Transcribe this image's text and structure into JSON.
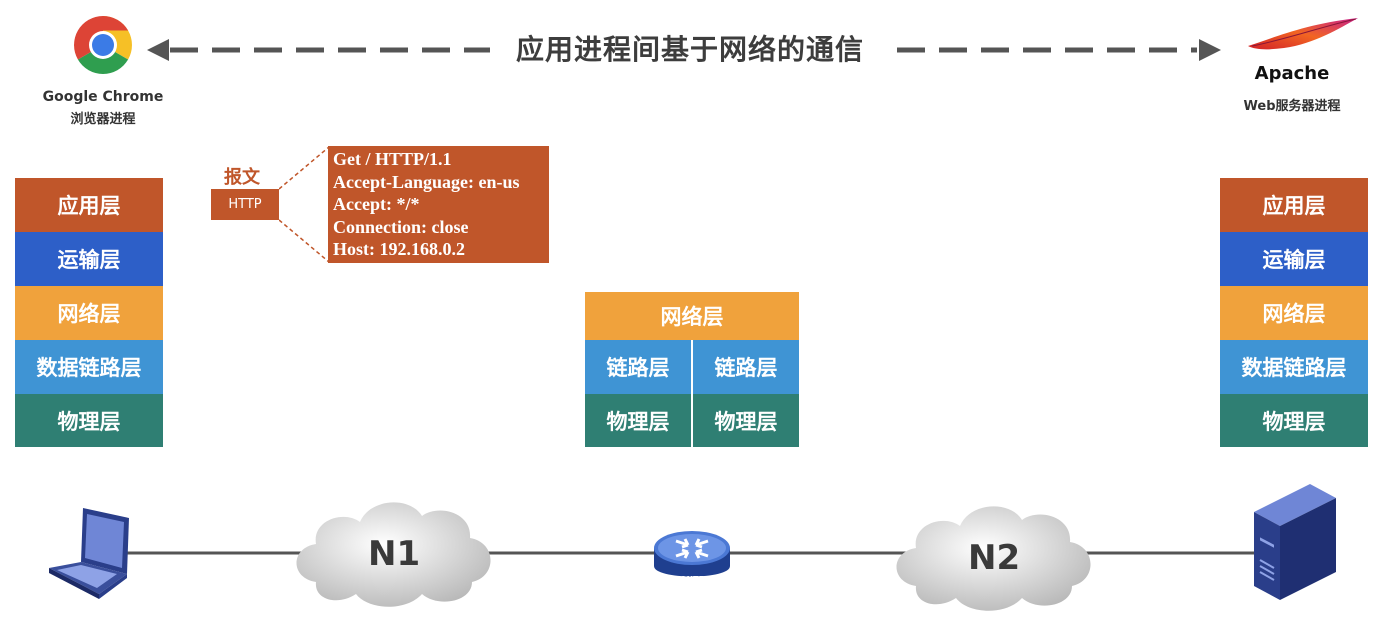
{
  "header": {
    "title": "应用进程间基于网络的通信",
    "client_name": "Google Chrome",
    "client_sub": "浏览器进程",
    "server_name": "Apache",
    "server_sub": "Web服务器进程"
  },
  "message": {
    "label": "报文",
    "protocol": "HTTP",
    "lines": [
      "Get / HTTP/1.1",
      "Accept-Language: en-us",
      "Accept: */*",
      "Connection: close",
      "Host: 192.168.0.2"
    ]
  },
  "left_stack": [
    "应用层",
    "运输层",
    "网络层",
    "数据链路层",
    "物理层"
  ],
  "right_stack": [
    "应用层",
    "运输层",
    "网络层",
    "数据链路层",
    "物理层"
  ],
  "router_stack": {
    "network": "网络层",
    "link_left": "链路层",
    "link_right": "链路层",
    "phys_left": "物理层",
    "phys_right": "物理层"
  },
  "network": {
    "cloud1": "N1",
    "cloud2": "N2",
    "router_label": "ROUTER"
  },
  "colors": {
    "application": "#c0562a",
    "transport": "#2d5fc8",
    "network": "#f0a23c",
    "datalink": "#3f94d4",
    "physical": "#2f7f73"
  }
}
